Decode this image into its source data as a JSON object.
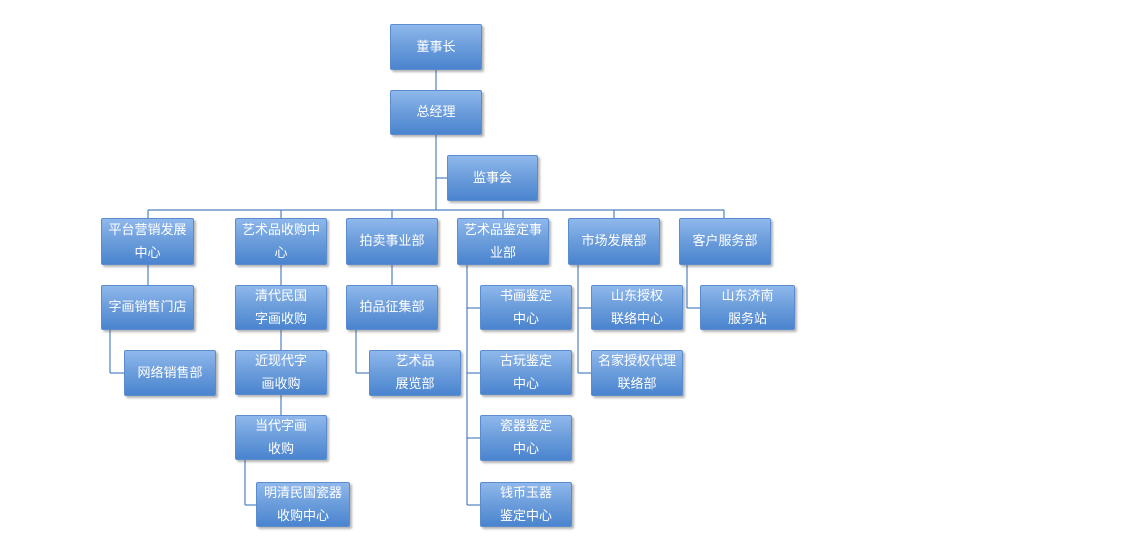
{
  "nodes": {
    "chairman": "董事长",
    "general_manager": "总经理",
    "supervisory_board": "监事会",
    "platform_marketing": "平台营销发展中心",
    "art_acquisition": "艺术品收购中心",
    "auction": "拍卖事业部",
    "art_appraisal": "艺术品鉴定事业部",
    "market_development": "市场发展部",
    "customer_service": "客户服务部",
    "painting_store": "字画销售门店",
    "online_sales": "网络销售部",
    "qing_republic_painting": "清代民国字画收购",
    "modern_painting": "近现代字画收购",
    "contemporary_painting": "当代字画收购",
    "ming_qing_porcelain": "明清民国瓷器收购中心",
    "lot_collection": "拍品征集部",
    "art_exhibition": "艺术品展览部",
    "calligraphy_appraisal": "书画鉴定中心",
    "antique_appraisal": "古玩鉴定中心",
    "porcelain_appraisal": "瓷器鉴定中心",
    "coin_jade_appraisal": "钱币玉器鉴定中心",
    "shandong_liaison": "山东授权联络中心",
    "famous_agent_liaison": "名家授权代理联络部",
    "jinan_station": "山东济南服务站"
  },
  "colors": {
    "box_top": "#8fb8ec",
    "box_bottom": "#4a84cf",
    "connector": "#4f81bd",
    "text": "#ffffff"
  }
}
